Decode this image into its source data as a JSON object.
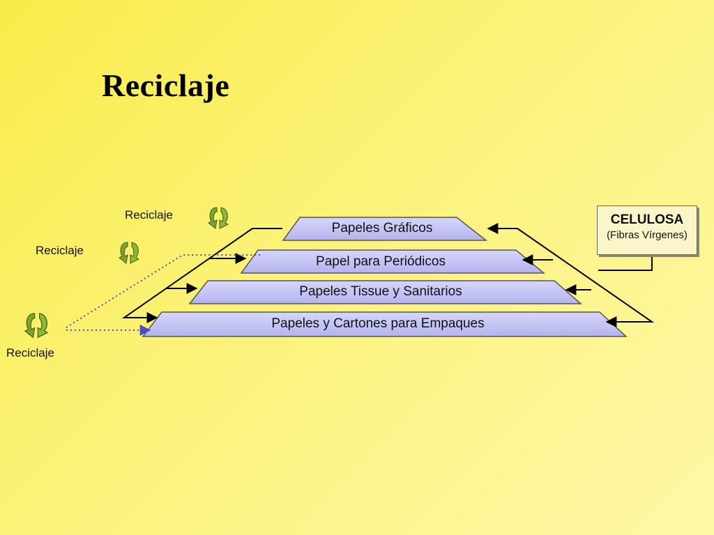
{
  "title": "Reciclaje",
  "tiers": [
    {
      "label": "Papeles Gráficos"
    },
    {
      "label": "Papel para Periódicos"
    },
    {
      "label": "Papeles Tissue y Sanitarios"
    },
    {
      "label": "Papeles y Cartones para Empaques"
    }
  ],
  "source": {
    "title": "CELULOSA",
    "subtitle": "(Fibras Vírgenes)"
  },
  "recycle_labels": [
    "Reciclaje",
    "Reciclaje",
    "Reciclaje"
  ],
  "icons": [
    "recycle-arrows-icon"
  ],
  "colors": {
    "tier_fill": "#c6c6f6",
    "tier_border": "#555555",
    "arrow": "#000000",
    "recycle_arrow": "#7ea52a",
    "dotted_arrow": "#4a4acc"
  }
}
